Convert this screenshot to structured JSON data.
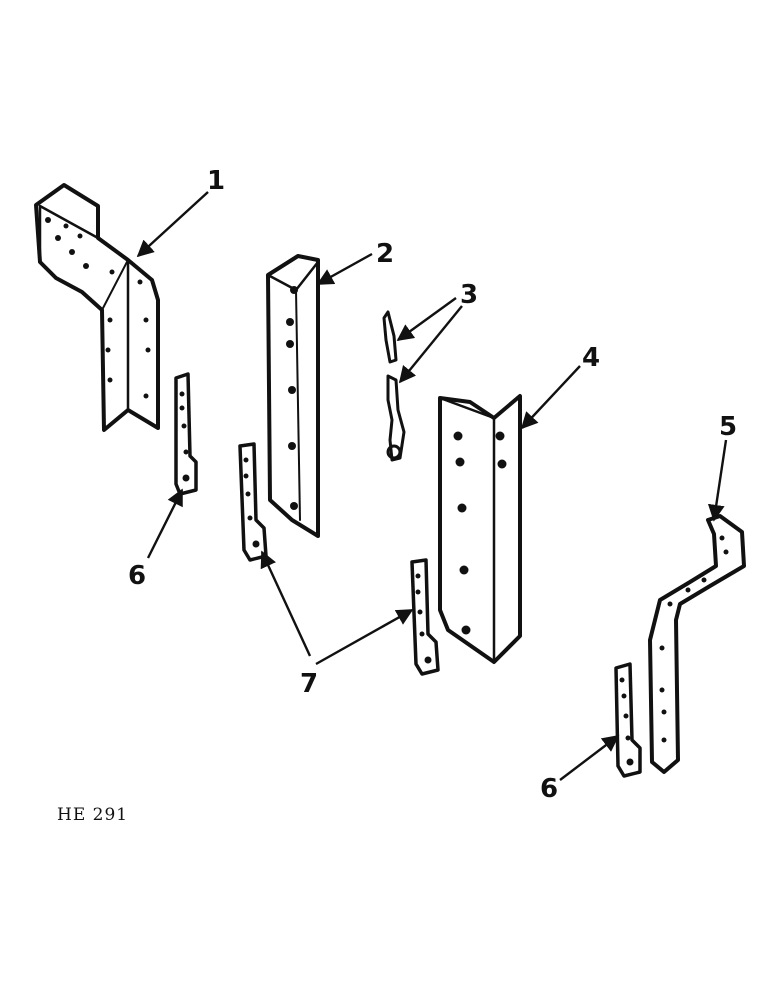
{
  "diagram": {
    "reference_code": "HE 291",
    "callouts": [
      {
        "id": "c1",
        "number": "1"
      },
      {
        "id": "c2",
        "number": "2"
      },
      {
        "id": "c3",
        "number": "3"
      },
      {
        "id": "c4",
        "number": "4"
      },
      {
        "id": "c5",
        "number": "5"
      },
      {
        "id": "c6a",
        "number": "6"
      },
      {
        "id": "c6b",
        "number": "6"
      },
      {
        "id": "c7",
        "number": "7"
      }
    ]
  }
}
